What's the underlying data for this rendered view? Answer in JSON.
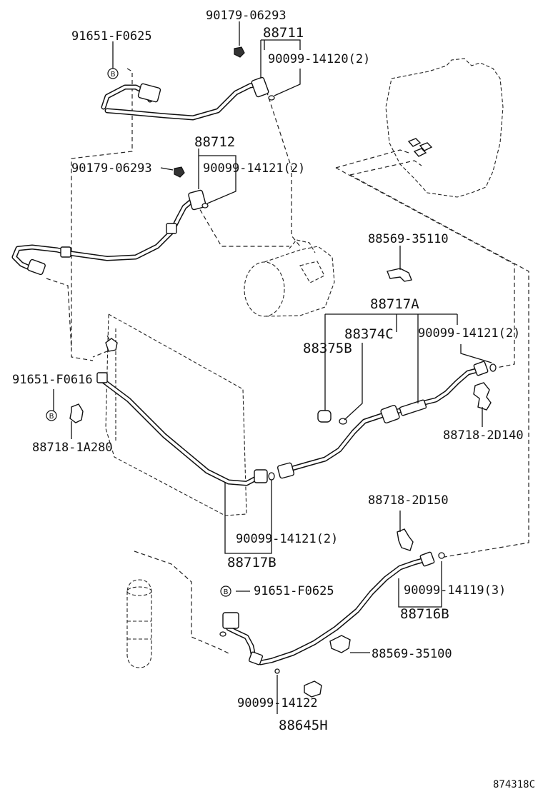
{
  "labels": {
    "p90179_06293_top": "90179-06293",
    "p91651_F0625_top": "91651-F0625",
    "p88711": "88711",
    "p90099_14120": "90099-14120(2)",
    "p88712": "88712",
    "p90179_06293_mid": "90179-06293",
    "p90099_14121_a": "90099-14121(2)",
    "p88569_35110": "88569-35110",
    "p88717A": "88717A",
    "p88374C": "88374C",
    "p88375B": "88375B",
    "p90099_14121_b": "90099-14121(2)",
    "p91651_F0616": "91651-F0616",
    "p88718_1A280": "88718-1A280",
    "p88718_2D140": "88718-2D140",
    "p90099_14121_c": "90099-14121(2)",
    "p88717B": "88717B",
    "p88718_2D150": "88718-2D150",
    "p91651_F0625_bot": "91651-F0625",
    "p90099_14119": "90099-14119(3)",
    "p88716B": "88716B",
    "p88569_35100": "88569-35100",
    "p90099_14122": "90099-14122",
    "p88645H": "88645H",
    "figure_code": "874318C"
  },
  "badges": {
    "b_top": "B",
    "b_mid": "B",
    "b_bot": "B"
  }
}
